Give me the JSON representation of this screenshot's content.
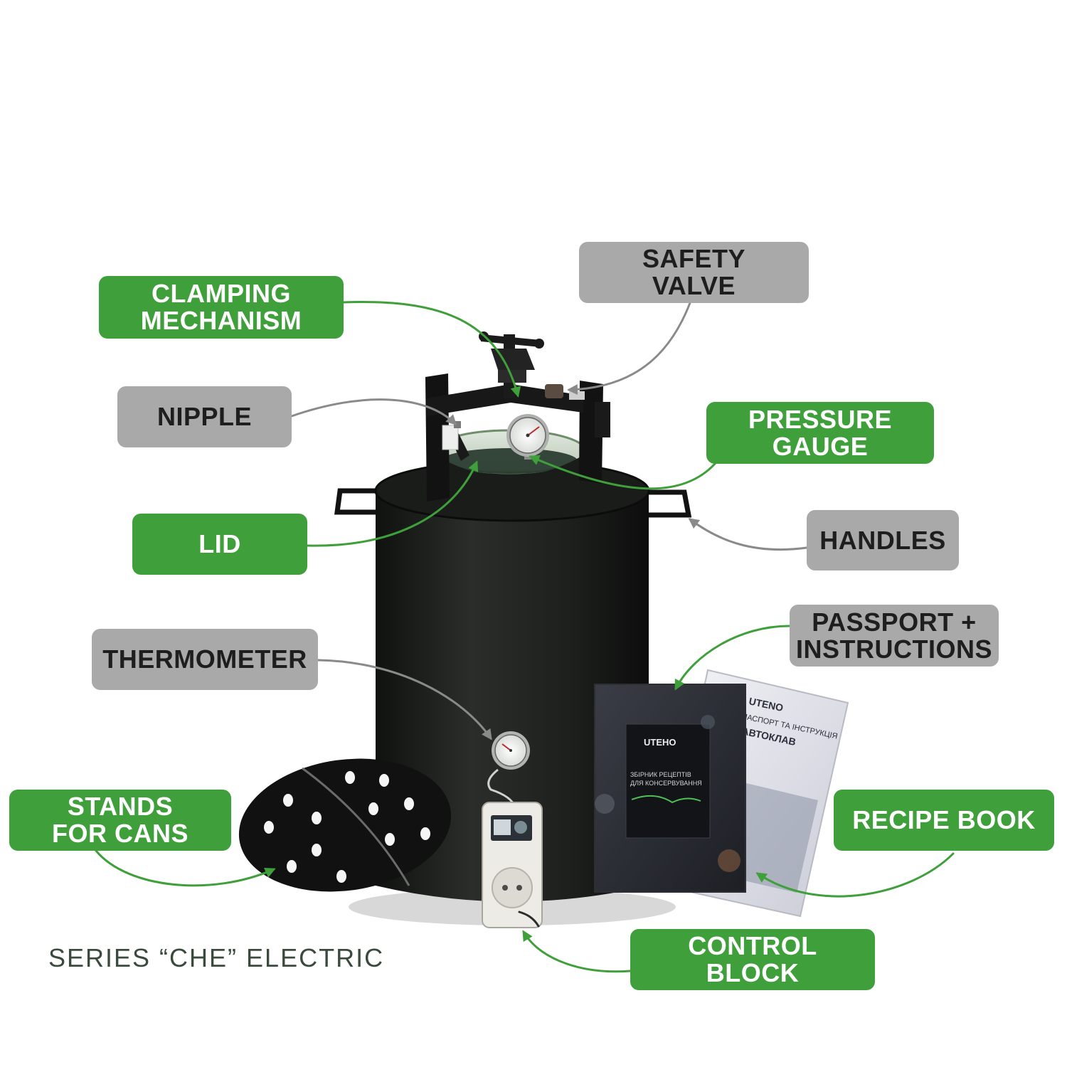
{
  "colors": {
    "green": "#3f9f3a",
    "gray": "#a9a9a9",
    "body": "#1c1e1c",
    "connector_green": "#3f9f3a",
    "connector_gray": "#8a8a8a"
  },
  "labels": [
    {
      "id": "clamping-mechanism",
      "text": "CLAMPING\nMECHANISM",
      "style": "green"
    },
    {
      "id": "safety-valve",
      "text": "SAFETY\nVALVE",
      "style": "gray"
    },
    {
      "id": "nipple",
      "text": "NIPPLE",
      "style": "gray"
    },
    {
      "id": "pressure-gauge",
      "text": "PRESSURE\nGAUGE",
      "style": "green"
    },
    {
      "id": "lid",
      "text": "LID",
      "style": "green"
    },
    {
      "id": "handles",
      "text": "HANDLES",
      "style": "gray"
    },
    {
      "id": "passport-instructions",
      "text": "PASSPORT +\nINSTRUCTIONS",
      "style": "gray"
    },
    {
      "id": "thermometer",
      "text": "THERMOMETER",
      "style": "gray"
    },
    {
      "id": "stands-for-cans",
      "text": "STANDS\nFOR CANS",
      "style": "green"
    },
    {
      "id": "recipe-book",
      "text": "RECIPE BOOK",
      "style": "green"
    },
    {
      "id": "control-block",
      "text": "CONTROL\nBLOCK",
      "style": "green"
    }
  ],
  "caption": "SERIES “CHE” ELECTRIC",
  "booklet": {
    "brand": "UTEHO",
    "recipe_line1": "ЗБІРНИК РЕЦЕПТІВ",
    "recipe_line2": "ДЛЯ КОНСЕРВУВАННЯ",
    "passport_brand": "UTENO",
    "passport_line1": "ПАСПОРТ ТА ІНСТРУКЦІЯ",
    "passport_line2": "АВТОКЛАВ"
  }
}
